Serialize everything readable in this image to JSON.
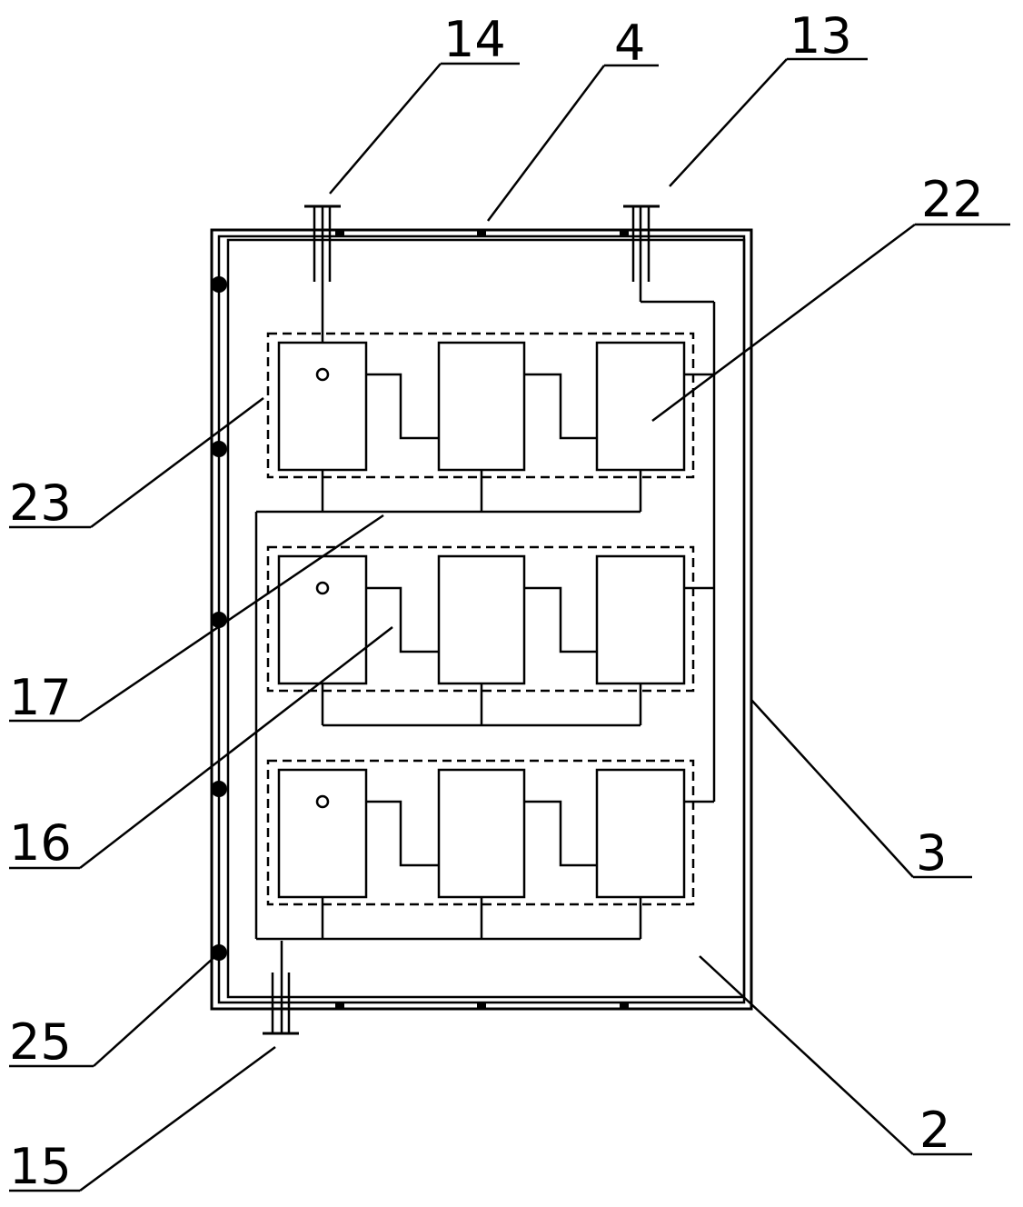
{
  "labels": {
    "l14": "14",
    "l4": "4",
    "l13": "13",
    "l22": "22",
    "l23": "23",
    "l17": "17",
    "l16": "16",
    "l3": "3",
    "l25": "25",
    "l2": "2",
    "l15": "15"
  },
  "colors": {
    "ink": "#000000",
    "background": "#ffffff"
  }
}
